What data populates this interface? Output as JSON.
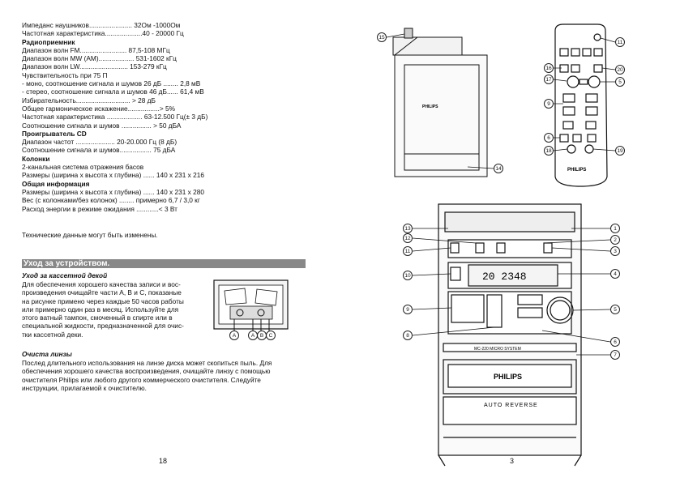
{
  "left_page": {
    "specs": [
      {
        "text": "Импеданс наушников....................... 32Ом -1000Ом",
        "bold": false
      },
      {
        "text": "Частотная характеристика....................40 - 20000 Гц",
        "bold": false
      },
      {
        "text": "Радиоприемник",
        "bold": true
      },
      {
        "text": "Диапазон волн FM......................... 87,5-108 МГц",
        "bold": false
      },
      {
        "text": "Диапазон волн MW (AM)................... 531-1602 кГц",
        "bold": false
      },
      {
        "text": "Диапазон волн LW.......................... 153-279 кГц",
        "bold": false
      },
      {
        "text": "Чувствительность при 75 П",
        "bold": false
      },
      {
        "text": "- моно, соотношение сигнала и шумов 26 дБ ........ 2,8 мВ",
        "bold": false
      },
      {
        "text": "- стерео, соотношение сигнала и шумов 46 дБ...... 61,4 мВ",
        "bold": false
      },
      {
        "text": "Избирательность............................. > 28 дБ",
        "bold": false
      },
      {
        "text": "Общее гармоническое искажение.................> 5%",
        "bold": false
      },
      {
        "text": "Частотная  характеристика ................... 63-12.500 Гц(± 3 дБ)",
        "bold": false
      },
      {
        "text": "Соотношение сигнала и шумов ................ > 50 дБА",
        "bold": false
      },
      {
        "text": "Проигрыватель CD",
        "bold": true
      },
      {
        "text": "Диапазон частот ..................... 20-20.000 Гц (8 дБ)",
        "bold": false
      },
      {
        "text": "Соотношение сигнала и шумов................. 75 дБА",
        "bold": false
      },
      {
        "text": "Колонки",
        "bold": true
      },
      {
        "text": "2-канальная  система  отражения  басов",
        "bold": false
      },
      {
        "text": "Размеры (ширина x высота x глубина) ...... 140 x 231 x 216",
        "bold": false
      },
      {
        "text": "Общая информация",
        "bold": true
      },
      {
        "text": "Размеры (ширина x высота x глубина) ...... 140 x 231 x 280",
        "bold": false
      },
      {
        "text": "Вес (с колонками/без колонок) ........ примерно 6,7 / 3,0 кг",
        "bold": false
      },
      {
        "text": "Расход энергии в   режиме  ожидания  ............< 3 Вт",
        "bold": false
      }
    ],
    "note": "Технические данные могут быть изменены.",
    "section_title": "Уход  за  устройством.",
    "cassette_heading": "Уход за кассетной  декой",
    "cassette_lines": [
      "Для  обеспечения хорошего качества  записи и вос-",
      "произведения очищайте  части  A, B и C, показаные",
      "на рисунке примено  через каждые  50 часов работы",
      "или примерно один раз в месяц. Используйте для",
      "этого  ватный тампон, смоченный  в  спирте или в",
      "специальной жидкости, предназначенной для очис-",
      "тки  кассетной  деки."
    ],
    "deck_labels": [
      "A",
      "A",
      "B",
      "C"
    ],
    "lens_heading": "Очиста  линзы",
    "lens_lines": [
      "Послед  длительного использования на линзе диска может  скопиться пыль. Для",
      "обеспечения хорошего качества воспроизведения,  очищайте линзу  с помощью",
      "очистителя    Philips или любого  другого  коммерческого очистителя.  Следуйте",
      "инструкции, прилагаемой к очистителю."
    ],
    "page_number": "18"
  },
  "right_page": {
    "brand": "PHILIPS",
    "model_label": "MC-220 MICRO SYSTEM",
    "auto_reverse": "AUTO REVERSE",
    "display_text": "20  2348",
    "callouts": [
      "15",
      "14",
      "11",
      "20",
      "16",
      "17",
      "5",
      "9",
      "6",
      "18",
      "19",
      "13",
      "12",
      "11",
      "10",
      "9",
      "8",
      "1",
      "2",
      "3",
      "4",
      "5",
      "6",
      "7"
    ],
    "page_number": "3"
  }
}
